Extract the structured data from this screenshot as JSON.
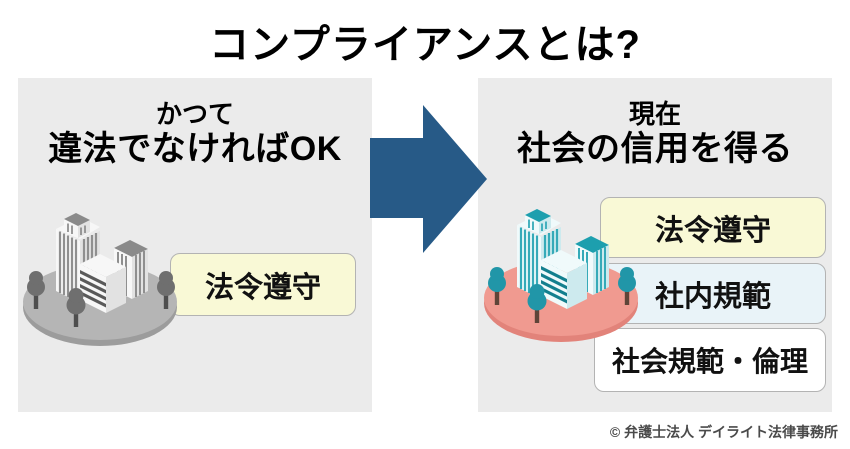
{
  "title": "コンプライアンスとは?",
  "left_panel": {
    "subtitle": "かつて",
    "heading": "違法でなければOK",
    "tag": "法令遵守"
  },
  "right_panel": {
    "subtitle": "現在",
    "heading": "社会の信用を得る",
    "tags": [
      {
        "label": "法令遵守",
        "color": "#f9f9d6"
      },
      {
        "label": "社内規範",
        "color": "#e9f3f8"
      },
      {
        "label": "社会規範・倫理",
        "color": "#ffffff"
      }
    ]
  },
  "copyright": "© 弁護士法人 デイライト法律事務所",
  "icons": {
    "arrow": "right-arrow",
    "left_illustration": "city-buildings-monochrome",
    "right_illustration": "city-buildings-color"
  },
  "colors": {
    "background": "#ffffff",
    "panel_background": "#ebebeb",
    "arrow": "#275a87",
    "tag_yellow": "#f9f9d6",
    "tag_blue": "#e9f3f8",
    "tag_white": "#ffffff",
    "tag_border": "#b3b3b3",
    "title_text": "#000000",
    "mono_platform": "#b5b5b5",
    "color_platform": "#f09a90",
    "color_building_roof": "#1d9fae",
    "copyright_text": "#4a4a4a"
  }
}
